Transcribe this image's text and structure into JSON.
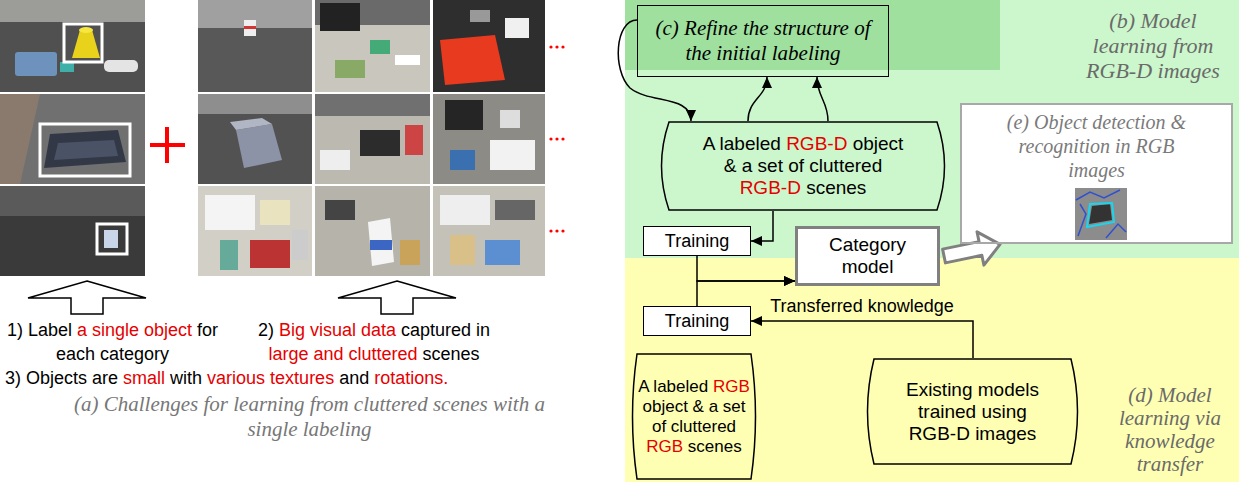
{
  "diagram": {
    "nodes": [
      {
        "text": [
          "(b) Model learning from RGB-D images"
        ]
      },
      {
        "text": [
          "(c) Refine the structure of the initial labeling"
        ],
        "in": 0
      },
      {
        "text": [
          "A labeled RGB-D object & a set of cluttered RGB-D scenes"
        ],
        "in": 0
      },
      {
        "text": [
          "(e) Object detection & recognition in RGB images"
        ],
        "in": 0
      },
      {
        "text": [
          "Training"
        ],
        "in": 0
      },
      {
        "text": [
          "Category model"
        ]
      },
      {
        "text": [
          "(d) Model learning via knowledge transfer"
        ]
      },
      {
        "text": [
          "Training"
        ],
        "in": 6
      },
      {
        "text": [
          "A labeled RGB object & a set of cluttered RGB scenes"
        ],
        "in": 6
      },
      {
        "text": [
          "Existing models trained using RGB-D images"
        ],
        "in": 6
      }
    ],
    "edges": [
      {
        "from": 1,
        "to": 2,
        "arrow": "to"
      },
      {
        "from": 2,
        "to": 1,
        "arrow": "to"
      },
      {
        "from": 2,
        "to": 1,
        "arrow": "to"
      },
      {
        "from": 2,
        "to": 4,
        "arrow": "to"
      },
      {
        "from": 4,
        "to": 5,
        "arrow": "to"
      },
      {
        "from": 7,
        "to": 5,
        "arrow": "to"
      },
      {
        "from": 5,
        "to": 3,
        "arrow": "to"
      },
      {
        "from": 9,
        "to": 7,
        "label": "Transferred knowledge",
        "arrow": "to"
      }
    ],
    "labels": [
      "1) Label a single object for each category",
      "2) Big visual data captured in large and cluttered scenes",
      "3) Objects are small with various textures and rotations.",
      "(a) Challenges for learning from cluttered scenes with a single labeling"
    ]
  }
}
